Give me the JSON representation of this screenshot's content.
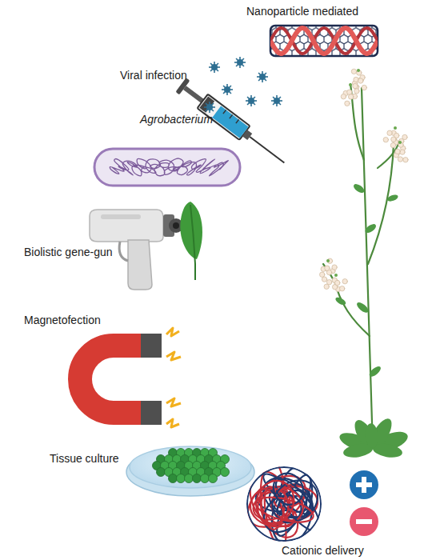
{
  "diagram": {
    "labels": [
      "Nanoparticle mediated",
      "Viral infection",
      "Agrobacterium",
      "Biolistic gene-gun",
      "Magnetofection",
      "Tissue culture",
      "Cationic delivery"
    ]
  }
}
